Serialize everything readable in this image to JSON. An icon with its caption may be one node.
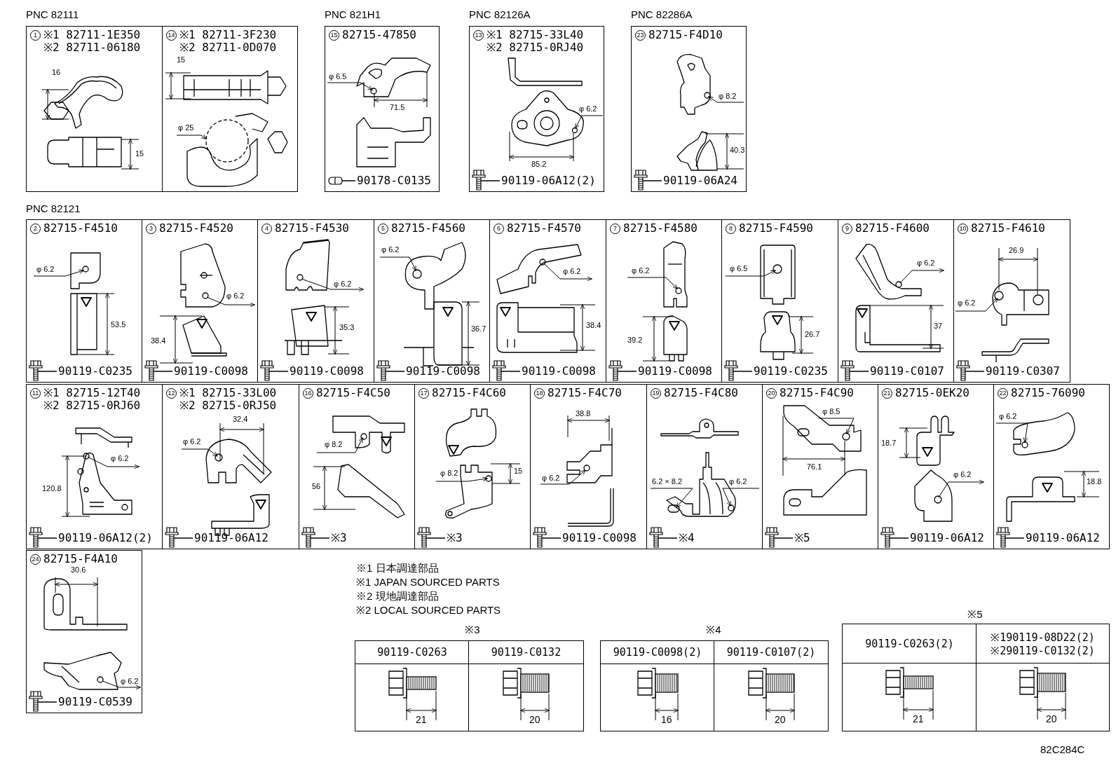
{
  "diagram": {
    "nodes": [
      {
        "text": [
          "1",
          "※1 82711-1E350",
          "※2 82711-06180",
          "16",
          "15"
        ]
      },
      {
        "text": [
          "14",
          "※1 82711-3F230",
          "※2 82711-0D070",
          "15",
          "φ 25"
        ]
      },
      {
        "text": [
          "15",
          "82715-47850",
          "φ 6.5",
          "71.5",
          "90178-C0135"
        ]
      },
      {
        "text": [
          "13",
          "※1 82715-33L40",
          "※2 82715-0RJ40",
          "φ 6.2",
          "85.2",
          "90119-06A12(2)"
        ]
      },
      {
        "text": [
          "23",
          "82715-F4D10",
          "φ 8.2",
          "40.3",
          "90119-06A24"
        ]
      },
      {
        "text": [
          "2",
          "82715-F4510",
          "φ 6.2",
          "53.5",
          "90119-C0235"
        ]
      },
      {
        "text": [
          "3",
          "82715-F4520",
          "φ 6.2",
          "38.4",
          "90119-C0098"
        ]
      },
      {
        "text": [
          "4",
          "82715-F4530",
          "φ 6.2",
          "35.3",
          "90119-C0098"
        ]
      },
      {
        "text": [
          "5",
          "82715-F4560",
          "φ 6.2",
          "36.7",
          "90119-C0098"
        ]
      },
      {
        "text": [
          "6",
          "82715-F4570",
          "φ 6.2",
          "38.4",
          "90119-C0098"
        ]
      },
      {
        "text": [
          "7",
          "82715-F4580",
          "φ 6.2",
          "39.2",
          "90119-C0098"
        ]
      },
      {
        "text": [
          "8",
          "82715-F4590",
          "φ 6.5",
          "26.7",
          "90119-C0235"
        ]
      },
      {
        "text": [
          "9",
          "82715-F4600",
          "φ 6.2",
          "37",
          "90119-C0107"
        ]
      },
      {
        "text": [
          "10",
          "82715-F4610",
          "26.9",
          "φ 6.2",
          "90119-C0307"
        ]
      },
      {
        "text": [
          "11",
          "※1 82715-12T40",
          "※2 82715-0RJ60",
          "φ 6.2",
          "120.8",
          "90119-06A12(2)"
        ]
      },
      {
        "text": [
          "12",
          "※1 82715-33L00",
          "※2 82715-0RJ50",
          "32.4",
          "φ 6.2",
          "90119-06A12"
        ]
      },
      {
        "text": [
          "16",
          "82715-F4C50",
          "φ 8.2",
          "56",
          "※3"
        ]
      },
      {
        "text": [
          "17",
          "82715-F4C60",
          "φ 8.2",
          "15",
          "※3"
        ]
      },
      {
        "text": [
          "18",
          "82715-F4C70",
          "38.8",
          "φ 6.2",
          "90119-C0098"
        ]
      },
      {
        "text": [
          "19",
          "82715-F4C80",
          "6.2 × 8.2",
          "φ 6.2",
          "※4"
        ]
      },
      {
        "text": [
          "20",
          "82715-F4C90",
          "φ 8.5",
          "76.1",
          "※5"
        ]
      },
      {
        "text": [
          "21",
          "82715-0EK20",
          "18.7",
          "φ 6.2",
          "90119-06A12"
        ]
      },
      {
        "text": [
          "22",
          "82715-76090",
          "φ 6.2",
          "18.8",
          "90119-06A12"
        ]
      },
      {
        "text": [
          "24",
          "82715-F4A10",
          "30.6",
          "φ 6.2",
          "90119-C0539"
        ]
      }
    ],
    "labels": [
      "PNC 82111",
      "PNC 821H1",
      "PNC 82126A",
      "PNC 82286A",
      "PNC 82121",
      "※1 日本調達部品",
      "※1 JAPAN SOURCED PARTS",
      "※2 現地調達部品",
      "※2 LOCAL SOURCED PARTS",
      "※5",
      "※3",
      "※4",
      "90119-C0263",
      "90119-C0132",
      "90119-C0098(2)",
      "90119-C0107(2)",
      "90119-C0263(2)",
      "※190119-08D22(2)",
      "※290119-C0132(2)",
      "21",
      "20",
      "16",
      "20",
      "21",
      "20",
      "82C284C"
    ]
  }
}
